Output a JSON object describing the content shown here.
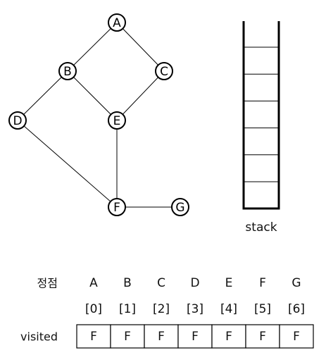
{
  "graph": {
    "nodes": [
      {
        "id": "A",
        "label": "A"
      },
      {
        "id": "B",
        "label": "B"
      },
      {
        "id": "C",
        "label": "C"
      },
      {
        "id": "D",
        "label": "D"
      },
      {
        "id": "E",
        "label": "E"
      },
      {
        "id": "F",
        "label": "F"
      },
      {
        "id": "G",
        "label": "G"
      }
    ],
    "edges": [
      [
        "A",
        "B"
      ],
      [
        "A",
        "C"
      ],
      [
        "B",
        "D"
      ],
      [
        "B",
        "E"
      ],
      [
        "C",
        "E"
      ],
      [
        "D",
        "F"
      ],
      [
        "E",
        "F"
      ],
      [
        "F",
        "G"
      ]
    ]
  },
  "stack": {
    "caption": "stack",
    "slot_count": 7
  },
  "table": {
    "vertex_header": "정점",
    "row_label": "visited",
    "vertices": [
      "A",
      "B",
      "C",
      "D",
      "E",
      "F",
      "G"
    ],
    "indices": [
      "[0]",
      "[1]",
      "[2]",
      "[3]",
      "[4]",
      "[5]",
      "[6]"
    ],
    "visited": [
      "F",
      "F",
      "F",
      "F",
      "F",
      "F",
      "F"
    ]
  }
}
